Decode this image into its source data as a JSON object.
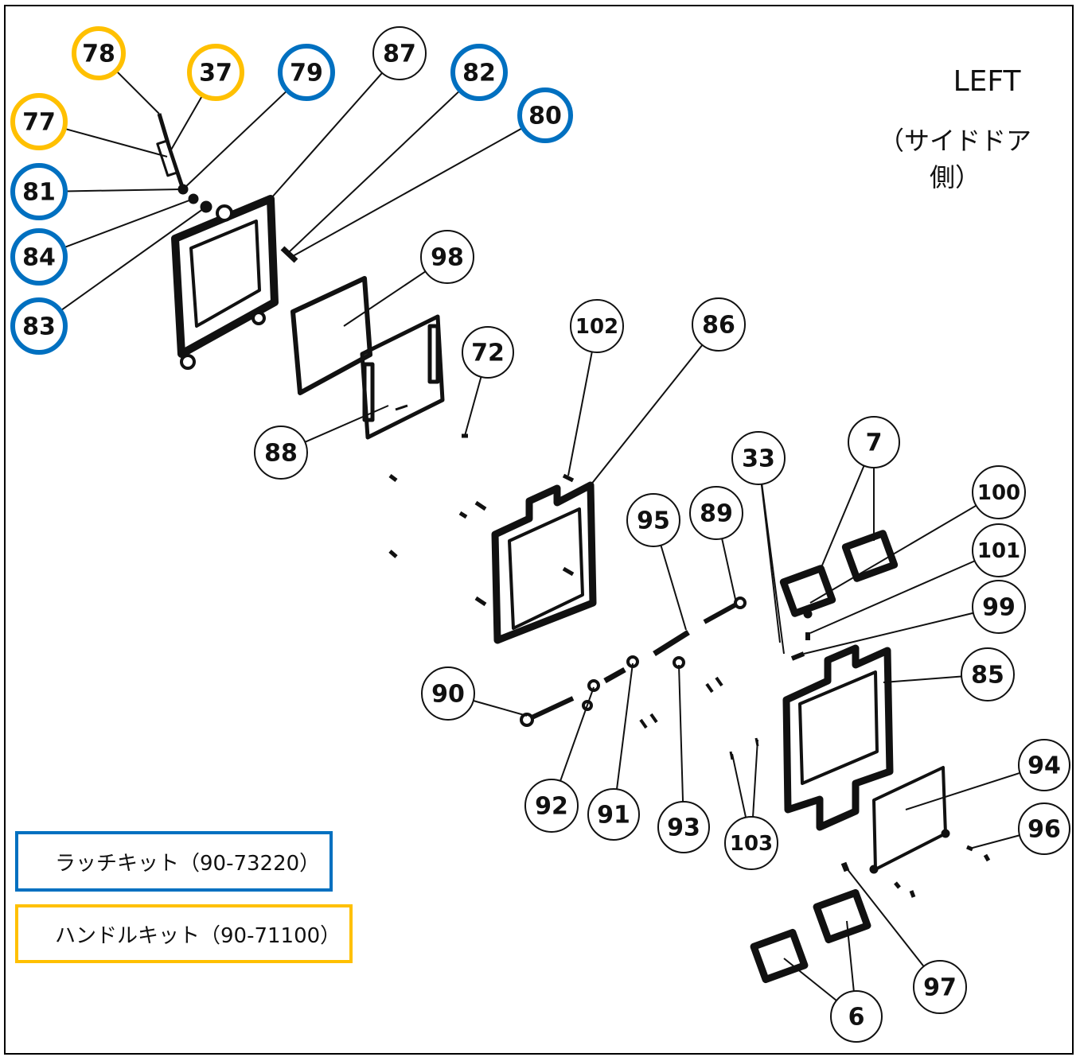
{
  "title": "LEFT",
  "subtitle": "（サイドドア側）",
  "legend": [
    {
      "key": "latch",
      "label": "ラッチキット（90-73220）",
      "color": "#0070c0"
    },
    {
      "key": "handle",
      "label": "ハンドルキット（90-71100）",
      "color": "#ffc000"
    }
  ],
  "callouts": [
    {
      "num": "78",
      "kit": "handle"
    },
    {
      "num": "37",
      "kit": "handle"
    },
    {
      "num": "79",
      "kit": "latch"
    },
    {
      "num": "87",
      "kit": ""
    },
    {
      "num": "82",
      "kit": "latch"
    },
    {
      "num": "80",
      "kit": "latch"
    },
    {
      "num": "77",
      "kit": "handle"
    },
    {
      "num": "81",
      "kit": "latch"
    },
    {
      "num": "84",
      "kit": "latch"
    },
    {
      "num": "83",
      "kit": "latch"
    },
    {
      "num": "98",
      "kit": ""
    },
    {
      "num": "72",
      "kit": ""
    },
    {
      "num": "88",
      "kit": ""
    },
    {
      "num": "102",
      "kit": ""
    },
    {
      "num": "86",
      "kit": ""
    },
    {
      "num": "33",
      "kit": ""
    },
    {
      "num": "7",
      "kit": ""
    },
    {
      "num": "100",
      "kit": ""
    },
    {
      "num": "95",
      "kit": ""
    },
    {
      "num": "89",
      "kit": ""
    },
    {
      "num": "101",
      "kit": ""
    },
    {
      "num": "99",
      "kit": ""
    },
    {
      "num": "85",
      "kit": ""
    },
    {
      "num": "90",
      "kit": ""
    },
    {
      "num": "94",
      "kit": ""
    },
    {
      "num": "92",
      "kit": ""
    },
    {
      "num": "91",
      "kit": ""
    },
    {
      "num": "93",
      "kit": ""
    },
    {
      "num": "103",
      "kit": ""
    },
    {
      "num": "96",
      "kit": ""
    },
    {
      "num": "97",
      "kit": ""
    },
    {
      "num": "6",
      "kit": ""
    }
  ]
}
